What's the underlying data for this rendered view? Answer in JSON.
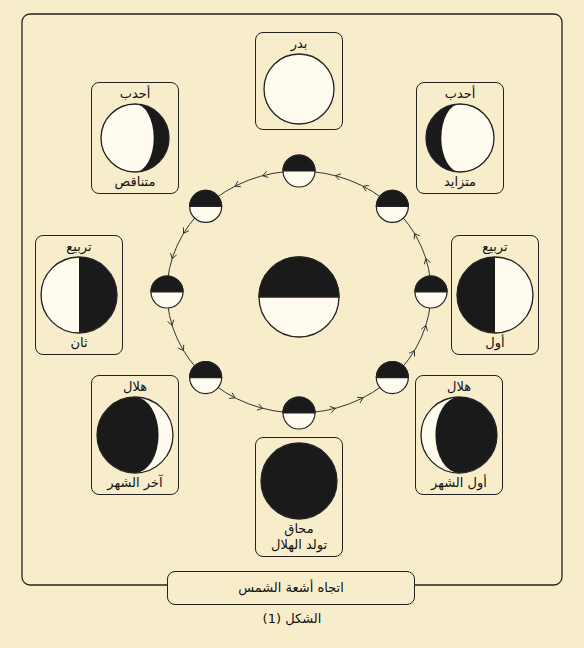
{
  "diagram": {
    "caption": "الشكل (1)",
    "nodes": [
      {
        "text": [
          "بدر"
        ]
      },
      {
        "text": [
          "أحدب",
          "متزايد"
        ]
      },
      {
        "text": [
          "أحدب",
          "متناقص"
        ]
      },
      {
        "text": [
          "تربيع",
          "أول"
        ]
      },
      {
        "text": [
          "تربيع",
          "ثان"
        ]
      },
      {
        "text": [
          "هلال",
          "أول الشهر"
        ]
      },
      {
        "text": [
          "هلال",
          "آخر الشهر"
        ]
      },
      {
        "text": [
          "محاق",
          "تولد الهلال"
        ]
      },
      {
        "text": [
          "اتجاه أشعة الشمس"
        ]
      }
    ]
  }
}
